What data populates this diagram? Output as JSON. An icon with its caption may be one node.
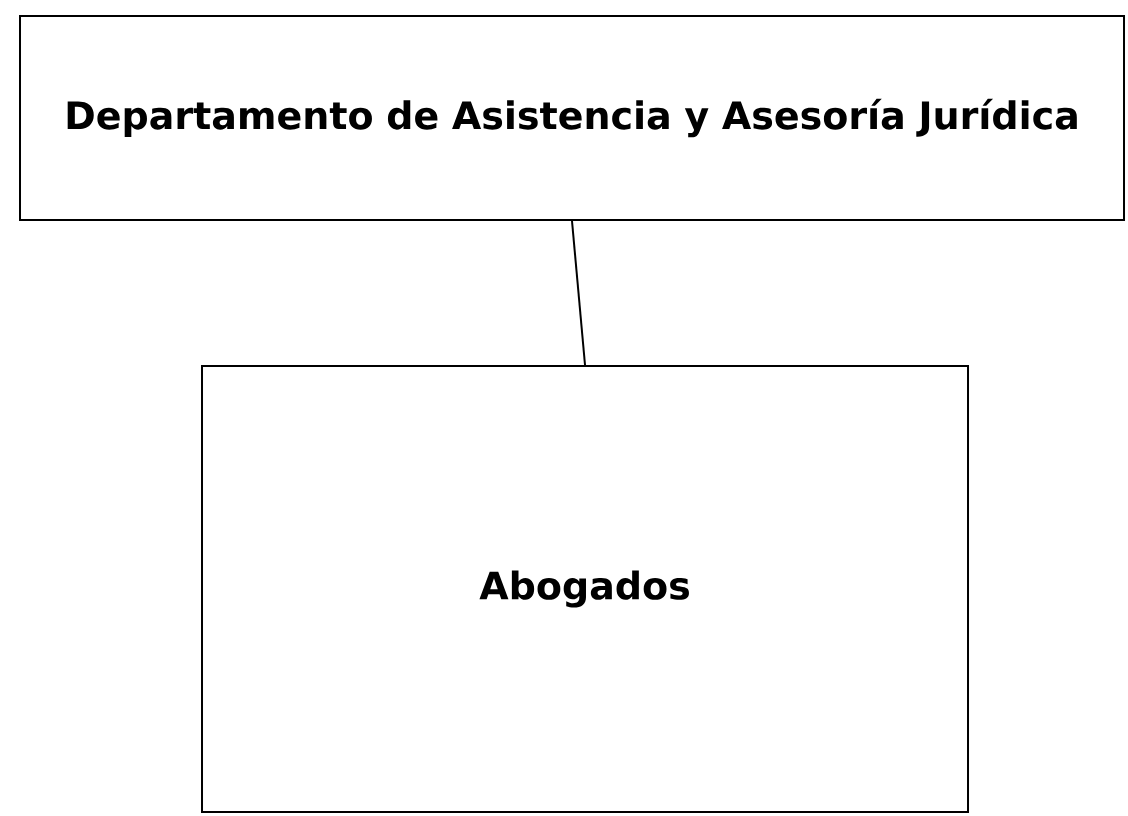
{
  "diagram": {
    "nodes": [
      {
        "text": [
          "Departamento de Asistencia y Asesoría Jurídica"
        ]
      },
      {
        "text": [
          "Abogados"
        ]
      }
    ],
    "edges": [
      {
        "from": 0,
        "to": 1,
        "arrow": "none"
      }
    ]
  }
}
